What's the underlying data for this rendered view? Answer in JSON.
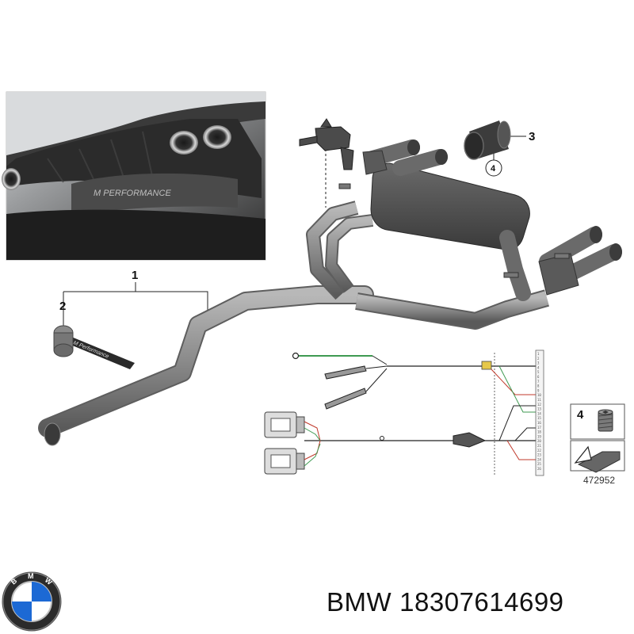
{
  "callouts": {
    "c1": "1",
    "c2": "2",
    "c3": "3",
    "c4_circle": "4",
    "c4_box": "4"
  },
  "photo_inset": {
    "emblem_text": "M PERFORMANCE",
    "icon": "exhaust-photo-image"
  },
  "sticker_text": "M Performance",
  "ref_number": "472952",
  "wiring_pins": [
    "1",
    "2",
    "3",
    "4",
    "5",
    "6",
    "7",
    "8",
    "9",
    "10",
    "11",
    "12",
    "13",
    "14",
    "15",
    "16",
    "17",
    "18",
    "19",
    "20",
    "21",
    "22",
    "23",
    "24",
    "25",
    "26"
  ],
  "footer": {
    "brand": "BMW",
    "part_number": "18307614699",
    "logo_icon": "bmw-roundel-logo"
  },
  "colors": {
    "pipe": "#8e8e8e",
    "pipe_dark": "#5f5f5f",
    "muffler": "#4a4a4a",
    "bmw_blue": "#1c69d4",
    "wire_green": "#3f9a52",
    "wire_red": "#c0392b"
  }
}
